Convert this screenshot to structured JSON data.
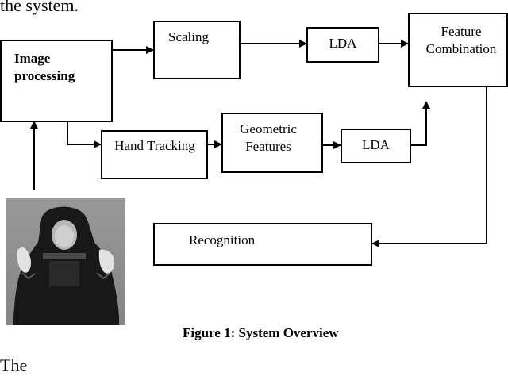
{
  "text": {
    "top_fragment": "the system.",
    "bottom_fragment": "The"
  },
  "nodes": {
    "image_processing": "Image processing",
    "scaling": "Scaling",
    "lda_top": "LDA",
    "feature_combination": "Feature Combination",
    "hand_tracking": "Hand Tracking",
    "geometric_features": "Geometric Features",
    "lda_bottom": "LDA",
    "recognition": "Recognition"
  },
  "caption": "Figure 1: System Overview",
  "colors": {
    "line": "#000000",
    "photo_bg": "#8f8f8f"
  }
}
